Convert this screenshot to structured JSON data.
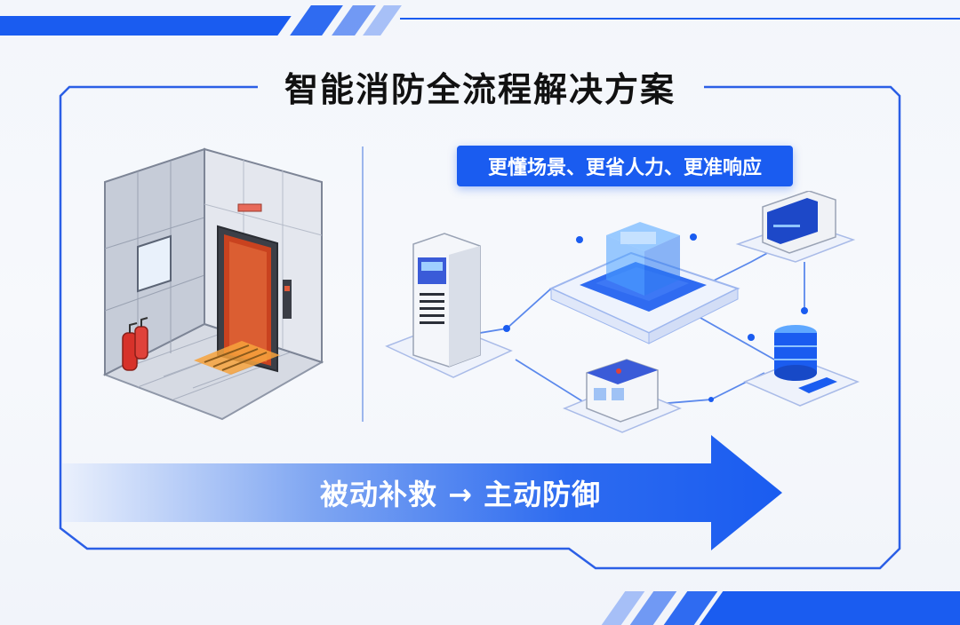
{
  "title": "智能消防全流程解决方案",
  "badge": "更懂场景、更省人力、更准响应",
  "arrow_label": "被动补救 → 主动防御",
  "colors": {
    "primary": "#1a5cf0",
    "frame": "#2b5fe6",
    "arrow_light": "#dfe8fb"
  },
  "icons": {
    "left": "elevator-room-icon",
    "hub": "cloud-platform-icon",
    "server": "server-cabinet-icon",
    "monitor": "monitor-terminal-icon",
    "database": "database-icon",
    "control": "control-panel-icon"
  }
}
